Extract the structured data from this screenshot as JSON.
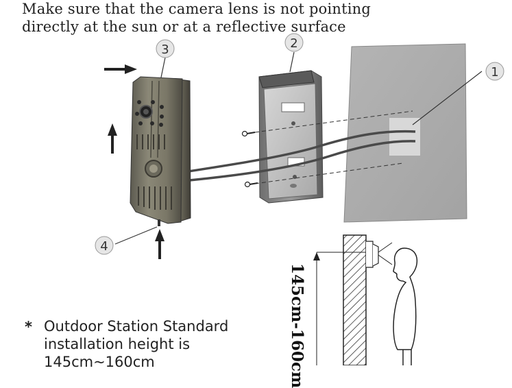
{
  "warning": {
    "line1": "Make sure that the camera lens is not pointing",
    "line2": "directly at the sun or at a reflective surface"
  },
  "callouts": [
    "1",
    "2",
    "3",
    "4"
  ],
  "note": {
    "bullet": "*",
    "line1": "Outdoor Station Standard",
    "line2": "installation height is",
    "line3": "145cm~160cm"
  },
  "height_label": "145cm-160cm"
}
